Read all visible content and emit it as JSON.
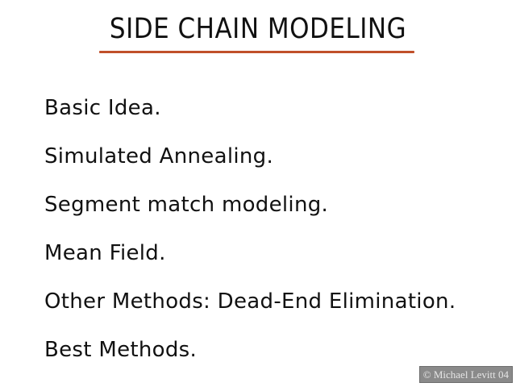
{
  "slide": {
    "title": "SIDE CHAIN MODELING",
    "items": [
      "Basic Idea.",
      "Simulated Annealing.",
      "Segment match modeling.",
      "Mean Field.",
      "Other Methods: Dead-End Elimination.",
      "Best Methods."
    ],
    "copyright": "© Michael Levitt 04",
    "colors": {
      "background": "#ffffff",
      "text": "#111111",
      "title_underline": "#c0502a",
      "copyright_box": "#8a8a8a"
    }
  }
}
